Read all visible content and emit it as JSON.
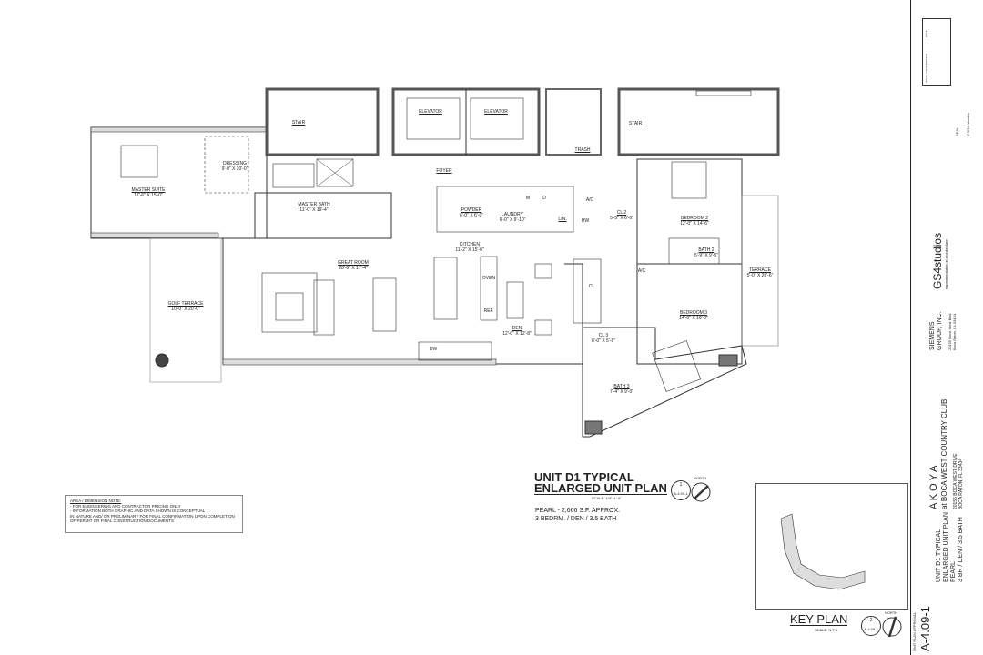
{
  "rooms": [
    {
      "name": "MASTER SUITE",
      "dim": "17'-6\" X 15'-0\""
    },
    {
      "name": "DRESSING",
      "dim": "9'-0\" X 10'-0\""
    },
    {
      "name": "MASTER BATH",
      "dim": "11'-0\" X 19'-4\""
    },
    {
      "name": "STAIR",
      "dim": ""
    },
    {
      "name": "ELEVATOR",
      "dim": ""
    },
    {
      "name": "ELEVATOR",
      "dim": ""
    },
    {
      "name": "TRASH",
      "dim": ""
    },
    {
      "name": "STAIR",
      "dim": ""
    },
    {
      "name": "FOYER",
      "dim": ""
    },
    {
      "name": "POWDER",
      "dim": "6'-0\" X 6'-0\""
    },
    {
      "name": "LAUNDRY",
      "dim": "6'-0\" X 9'-10\""
    },
    {
      "name": "LIN.",
      "dim": ""
    },
    {
      "name": "CL 2",
      "dim": "5'-5\" X 6'-0\""
    },
    {
      "name": "BEDROOM 2",
      "dim": "12'-0\" X 14'-6\""
    },
    {
      "name": "BATH 2",
      "dim": "5'-9\" X 9'-5\""
    },
    {
      "name": "TERRACE",
      "dim": "5'-0\" X 20'-6\""
    },
    {
      "name": "GREAT ROOM",
      "dim": "28'-6\" X 17'-4\""
    },
    {
      "name": "KITCHEN",
      "dim": "11'-2\" X 15'-0\""
    },
    {
      "name": "DEN",
      "dim": "12'-0\" X 12'-8\""
    },
    {
      "name": "GOLF TERRACE",
      "dim": "10'-0\" X 20'-0\""
    },
    {
      "name": "BEDROOM 3",
      "dim": "14'-0\" X 16'-0\""
    },
    {
      "name": "CL 3",
      "dim": "8'-0\" X 5'-8\""
    },
    {
      "name": "BATH 3",
      "dim": "7'-4\" X 9'-0\""
    }
  ],
  "fixtures": [
    "OVEN",
    "REF.",
    "DW",
    "W",
    "D",
    "A/C",
    "HW",
    "CL",
    "A/C"
  ],
  "plan_title": {
    "line1": "UNIT D1 TYPICAL",
    "line2": "ENLARGED UNIT PLAN",
    "scale": "SCALE: 1/4\"=1'-0\"",
    "detail_no": "1",
    "sheet_ref": "A-4.09-1",
    "north": "NORTH"
  },
  "unit_info": {
    "line1": "PEARL -  2,666 S.F. APPROX.",
    "line2": "3 BEDRM. / DEN / 3.5 BATH"
  },
  "note": {
    "heading": "AREA / DIMENSION NOTE:",
    "lines": [
      "- FOR ENGINEERING AND CONTRACTOR PRICING ONLY",
      "-  INFORMATION BOTH GRAPHIC AND DATA SHOWN IS CONCEPTUAL",
      "IN NATURE AND/ OR PRELIMINARY FOR FINAL CONFIRMATION UPON COMPLETION",
      "OF PERMIT OR FINAL CONSTRUCTION DOCUMENTS"
    ]
  },
  "key_plan": {
    "title": "KEY PLAN",
    "scale": "SCALE: N.T.S.",
    "detail_no": "2",
    "sheet_ref": "A-4.09-1",
    "north": "NORTH"
  },
  "title_block": {
    "status": "UNIT PLAN APPROVAL",
    "sheet_no": "A-4.09-1",
    "drawing_name": [
      "UNIT D1 TYPICAL",
      "ENLARGED UNIT PLAN",
      "PEARL",
      "3 BR / DEN / 3.5 BATH"
    ],
    "project": "A K O Y A",
    "project_sub": "at BOCA WEST COUNTRY CLUB",
    "project_addr": [
      "20155 BOCA WEST DRIVE",
      "BOCA RATON, FL 33434"
    ],
    "client": [
      "SIEMENS",
      "GROUP, INC."
    ],
    "client_addr": [
      "20155 Boca West Blvd",
      "Boca Raton, FL 33434"
    ],
    "firm": "GS4studios",
    "firm_tag": "experimentation in architecture",
    "copyright": "© GS4 studios",
    "seal_label": "SEAL",
    "issue_header": [
      "ISSUE / DESCRIPTION",
      "DATE"
    ]
  }
}
